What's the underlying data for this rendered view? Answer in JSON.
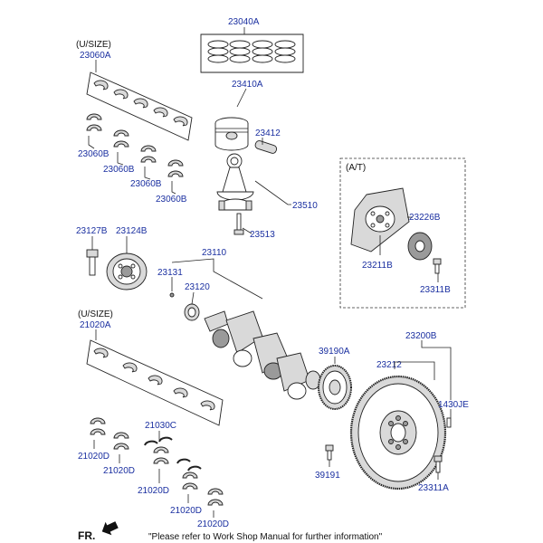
{
  "part_numbers": {
    "p23040A": "23040A",
    "p23060A": "23060A",
    "p23060B_1": "23060B",
    "p23060B_2": "23060B",
    "p23060B_3": "23060B",
    "p23060B_4": "23060B",
    "p23410A": "23410A",
    "p23412": "23412",
    "p23510": "23510",
    "p23513": "23513",
    "p23127B": "23127B",
    "p23124B": "23124B",
    "p23110": "23110",
    "p23131": "23131",
    "p23120": "23120",
    "p21020A": "21020A",
    "p21030C": "21030C",
    "p21020D_1": "21020D",
    "p21020D_2": "21020D",
    "p21020D_3": "21020D",
    "p21020D_4": "21020D",
    "p21020D_5": "21020D",
    "p23226B": "23226B",
    "p23211B": "23211B",
    "p23311B": "23311B",
    "p39190A": "39190A",
    "p23200B": "23200B",
    "p23212": "23212",
    "p1430JE": "1430JE",
    "p39191": "39191",
    "p23311A": "23311A"
  },
  "labels": {
    "usize_top": "(U/SIZE)",
    "usize_bottom": "(U/SIZE)",
    "at": "(A/T)",
    "fr": "FR."
  },
  "footer_note": "\"Please refer to Work Shop Manual for further information\""
}
